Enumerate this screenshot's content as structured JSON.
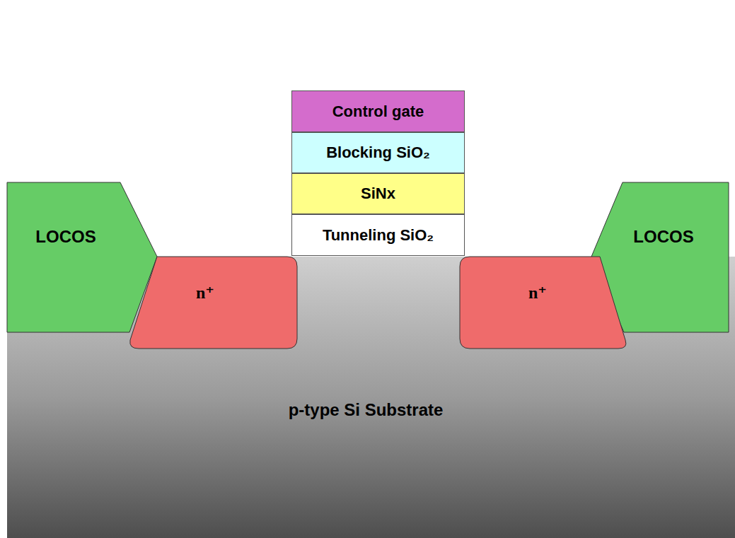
{
  "diagram": {
    "nodes": [
      {
        "text": [
          "Control gate"
        ]
      },
      {
        "text": [
          "Blocking SiO₂"
        ]
      },
      {
        "text": [
          "SiNx"
        ]
      },
      {
        "text": [
          "Tunneling SiO₂"
        ]
      },
      {
        "text": [
          "LOCOS"
        ]
      },
      {
        "text": [
          "n⁺"
        ]
      },
      {
        "text": [
          "n⁺"
        ]
      },
      {
        "text": [
          "LOCOS"
        ]
      },
      {
        "text": [
          "p-type Si Substrate"
        ]
      }
    ]
  }
}
